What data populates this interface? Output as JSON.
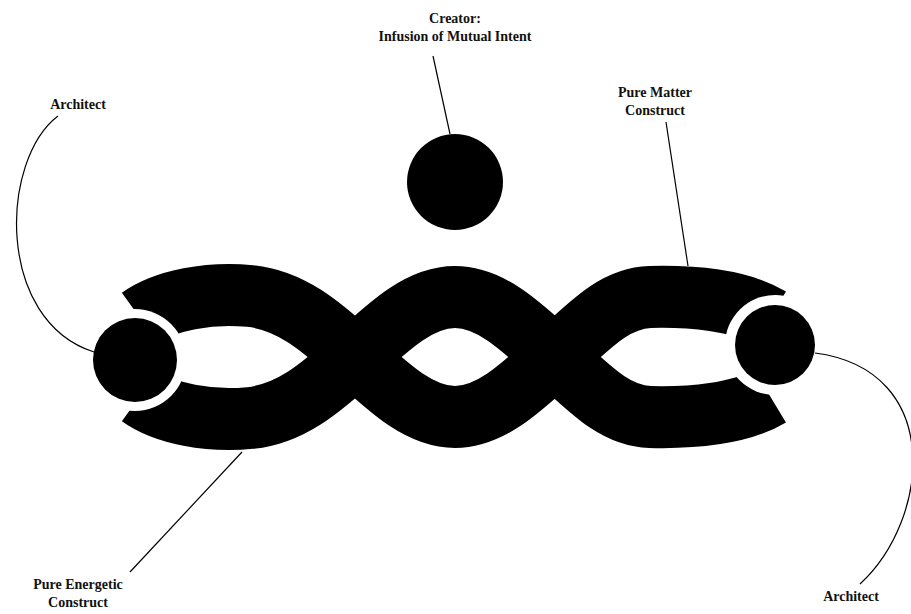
{
  "diagram": {
    "labels": [
      "Creator: Infusion of Mutual Intent",
      "Architect",
      "Pure Matter Construct",
      "Pure Energetic Construct",
      "Architect"
    ]
  }
}
